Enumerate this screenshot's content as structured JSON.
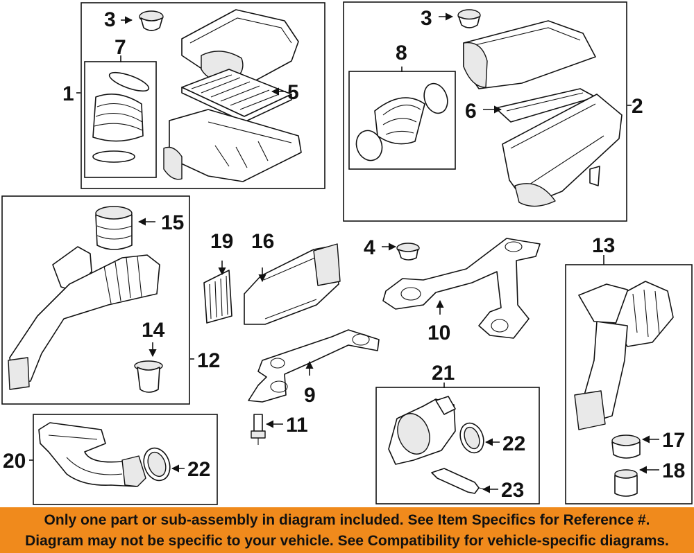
{
  "callouts": {
    "c1": "1",
    "c2": "2",
    "c3a": "3",
    "c3b": "3",
    "c4": "4",
    "c5": "5",
    "c6": "6",
    "c7": "7",
    "c8": "8",
    "c9": "9",
    "c10": "10",
    "c11": "11",
    "c12": "12",
    "c13": "13",
    "c14": "14",
    "c15": "15",
    "c16": "16",
    "c17": "17",
    "c18": "18",
    "c19": "19",
    "c20": "20",
    "c21": "21",
    "c22a": "22",
    "c22b": "22",
    "c23": "23"
  },
  "banner": {
    "line1": "Only one part or sub-assembly in diagram included. See Item Specifics for Reference #.",
    "line2": "Diagram may not be specific to your vehicle. See Compatibility for vehicle-specific diagrams.",
    "background": "#f08a1c"
  }
}
